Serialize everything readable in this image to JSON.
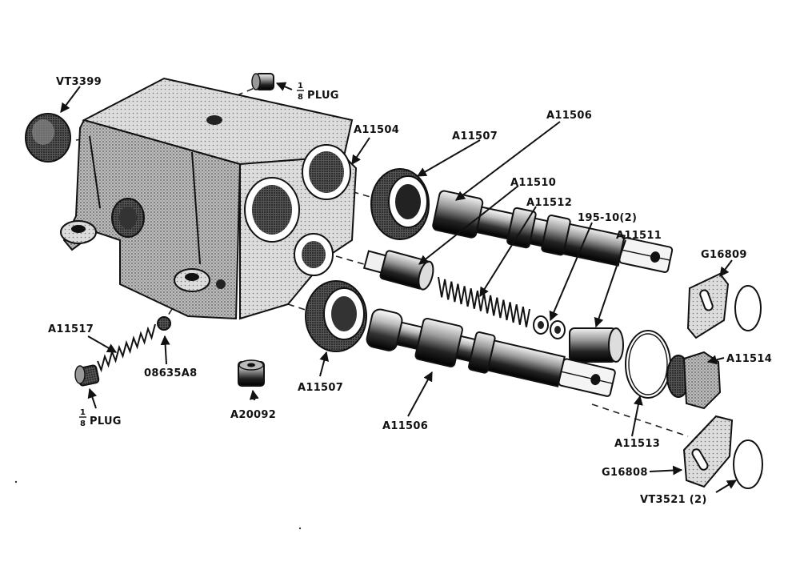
{
  "labels": {
    "vt3399": "VT3399",
    "plug_top_num": "1",
    "plug_top_den": "8",
    "plug_top_word": "PLUG",
    "a11504": "A11504",
    "a11507_top": "A11507",
    "a11506_top": "A11506",
    "a11510": "A11510",
    "a11512": "A11512",
    "p195_10": "195-10(2)",
    "a11511": "A11511",
    "g16809": "G16809",
    "a11514": "A11514",
    "a11517": "A11517",
    "b08635a8": "08635A8",
    "plug_bottom_num": "1",
    "plug_bottom_den": "8",
    "plug_bottom_word": "PLUG",
    "a20092": "A20092",
    "a11507_bottom": "A11507",
    "a11506_bottom": "A11506",
    "a11513": "A11513",
    "g16808": "G16808",
    "vt3521": "VT3521 (2)"
  },
  "colors": {
    "ink": "#111111",
    "paper": "#ffffff"
  }
}
